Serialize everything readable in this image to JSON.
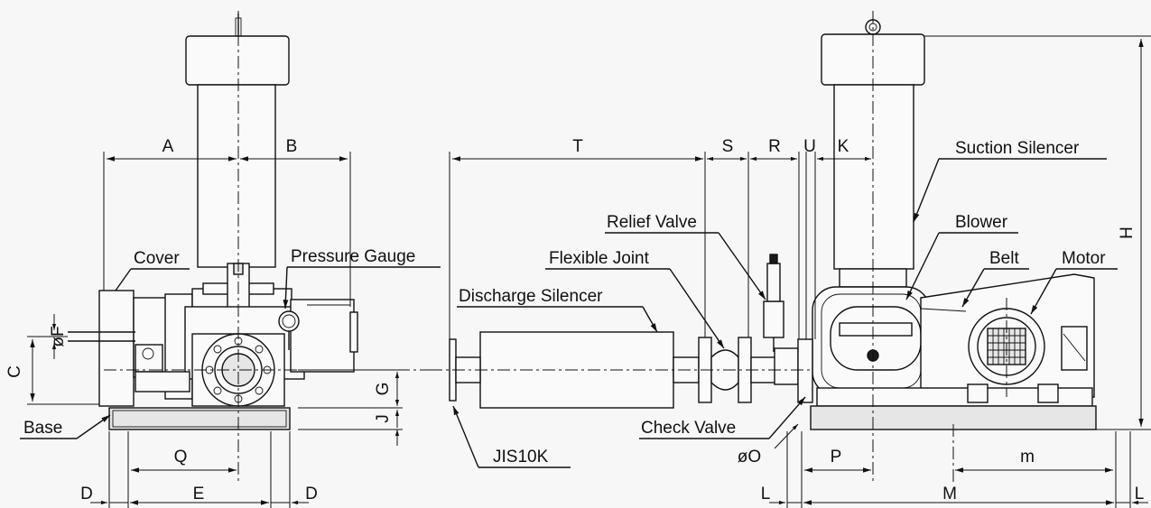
{
  "dimension_letters": {
    "A": "A",
    "B": "B",
    "C": "C",
    "D": "D",
    "E": "E",
    "F": "øF",
    "G": "G",
    "H": "H",
    "J": "J",
    "K": "K",
    "L": "L",
    "M": "M",
    "m": "m",
    "O": "øO",
    "P": "P",
    "Q": "Q",
    "R": "R",
    "S": "S",
    "T": "T",
    "U": "U"
  },
  "callouts": {
    "cover": "Cover",
    "pressure_gauge": "Pressure Gauge",
    "base": "Base",
    "discharge_silencer": "Discharge Silencer",
    "flexible_joint": "Flexible Joint",
    "relief_valve": "Relief Valve",
    "suction_silencer": "Suction Silencer",
    "blower": "Blower",
    "belt": "Belt",
    "motor": "Motor",
    "check_valve": "Check Valve",
    "jis10k": "JIS10K"
  }
}
